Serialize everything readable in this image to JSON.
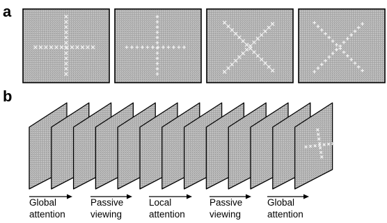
{
  "panels": {
    "a": {
      "label": "a"
    },
    "b": {
      "label": "b"
    }
  },
  "panel_a_stimuli": [
    {
      "shape": "plus",
      "element": "cross",
      "name": "global-plus-local-cross"
    },
    {
      "shape": "plus",
      "element": "plus",
      "name": "global-plus-local-plus"
    },
    {
      "shape": "x",
      "element": "cross",
      "name": "global-x-local-cross"
    },
    {
      "shape": "x",
      "element": "plus",
      "name": "global-x-local-plus"
    }
  ],
  "panel_b": {
    "frame_count": 13,
    "conditions": [
      {
        "line1": "Global",
        "line2": "attention"
      },
      {
        "line1": "Passive",
        "line2": "viewing"
      },
      {
        "line1": "Local",
        "line2": "attention"
      },
      {
        "line1": "Passive",
        "line2": "viewing"
      },
      {
        "line1": "Global",
        "line2": "attention"
      }
    ]
  },
  "colors": {
    "frame_border": "#000000",
    "texture_light": "#bfbfbf",
    "texture_dark": "#8c8c8c",
    "element": "#f2f2f2",
    "arrow": "#000000"
  }
}
